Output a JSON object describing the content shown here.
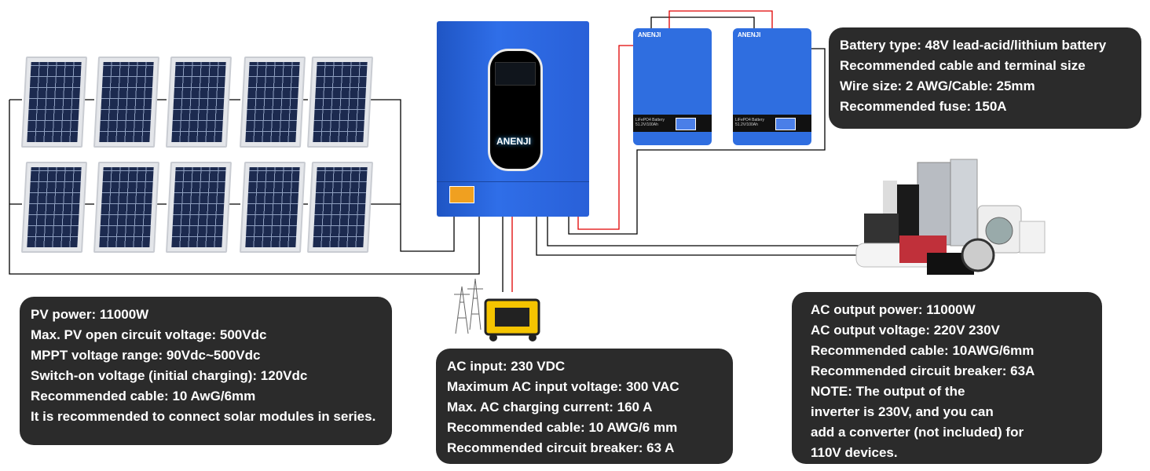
{
  "brand": "ANENJI",
  "battery_label": "LiFePO4 Battery 51.2V/100Ah",
  "colors": {
    "box_bg": "#2b2b2b",
    "inverter_blue": "#2960d8",
    "wire_red": "#e00000",
    "wire_black": "#000000"
  },
  "pv_info": [
    "PV power: 11000W",
    "Max. PV open circuit voltage: 500Vdc",
    "MPPT voltage range: 90Vdc~500Vdc",
    "Switch-on voltage (initial charging): 120Vdc",
    "Recommended cable: 10 AwG/6mm",
    "It is recommended to connect solar modules in series."
  ],
  "ac_input_info": [
    "AC input: 230 VDC",
    "Maximum AC input voltage: 300 VAC",
    "Max. AC charging current: 160 A",
    "Recommended cable: 10 AWG/6 mm",
    "Recommended circuit breaker: 63 A"
  ],
  "battery_info": [
    "Battery type: 48V lead-acid/lithium battery",
    "Recommended cable and terminal size",
    "Wire size: 2 AWG/Cable: 25mm",
    "Recommended fuse: 150A"
  ],
  "ac_output_info": [
    "AC output power: 11000W",
    "AC output voltage: 220V 230V",
    "Recommended cable: 10AWG/6mm",
    "Recommended circuit breaker: 63A",
    "NOTE: The output of the",
    "inverter is 230V, and you can",
    "add a converter (not included) for",
    "110V devices."
  ]
}
